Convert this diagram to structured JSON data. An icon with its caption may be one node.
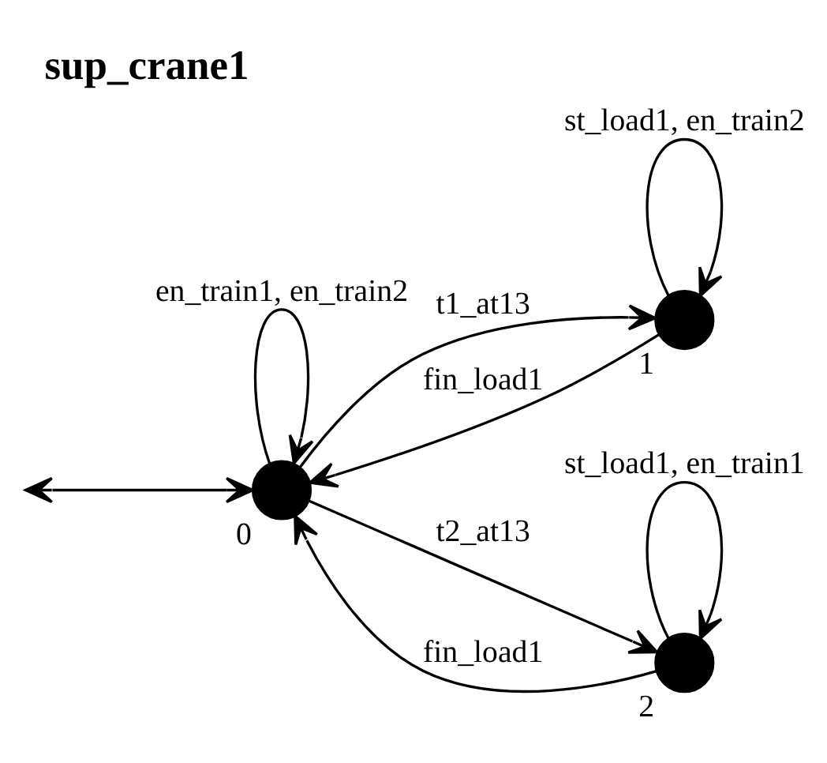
{
  "diagram": {
    "title": "sup_crane1",
    "nodes": [
      {
        "text": [],
        "shape": "circle",
        "beside": [
          "0"
        ]
      },
      {
        "text": [],
        "shape": "circle",
        "beside": [
          "1"
        ]
      },
      {
        "text": [],
        "shape": "circle",
        "beside": [
          "2"
        ]
      }
    ],
    "edges": [
      {
        "from": null,
        "to": 0,
        "arrow": "both"
      },
      {
        "from": 0,
        "to": 0,
        "label": "en_train1, en_train2",
        "arrow": "to"
      },
      {
        "from": 0,
        "to": 1,
        "label": "t1_at13",
        "arrow": "to"
      },
      {
        "from": 1,
        "to": 1,
        "label": "st_load1, en_train2",
        "arrow": "to"
      },
      {
        "from": 1,
        "to": 0,
        "label": "fin_load1",
        "arrow": "to"
      },
      {
        "from": 0,
        "to": 2,
        "label": "t2_at13",
        "arrow": "to"
      },
      {
        "from": 2,
        "to": 2,
        "label": "st_load1, en_train1",
        "arrow": "to"
      },
      {
        "from": 2,
        "to": 0,
        "label": "fin_load1",
        "arrow": "to"
      }
    ]
  }
}
